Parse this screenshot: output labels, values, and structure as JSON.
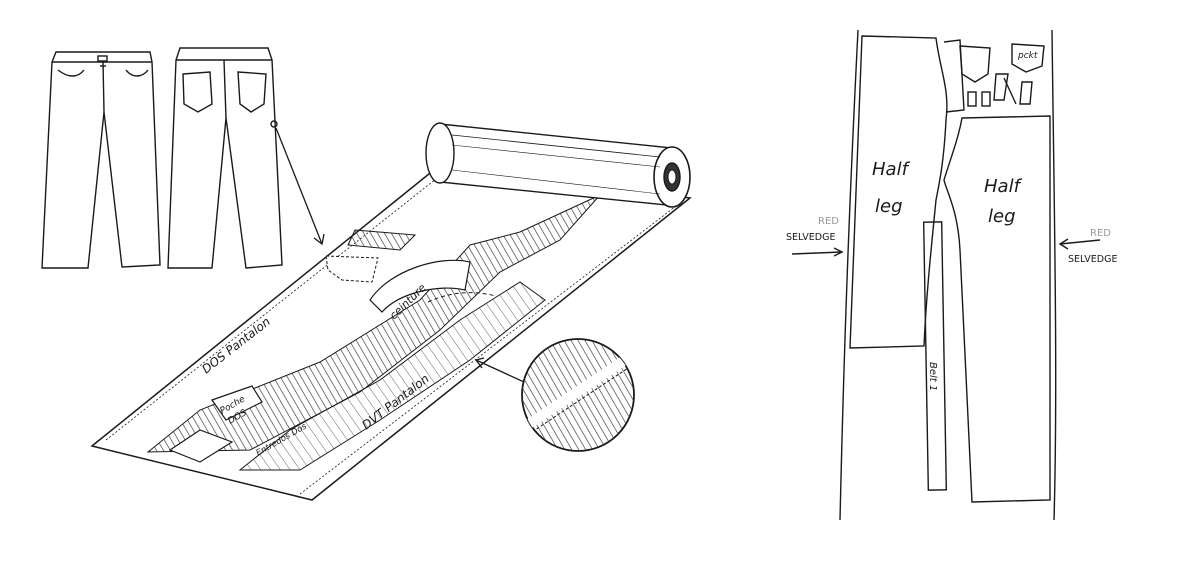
{
  "left_sketch": {
    "labels": {
      "dos_pantalon": "DOS Pantalon",
      "dvt_pantalon": "DVT Pantalon",
      "ceinture": "ceinture",
      "poche_dos_1": "Poche",
      "poche_dos_2": "DOS",
      "entredos": "Entredos Dos"
    }
  },
  "right_sketch": {
    "labels": {
      "half_leg_left_1": "Half",
      "half_leg_left_2": "leg",
      "half_leg_right_1": "Half",
      "half_leg_right_2": "leg",
      "selvedge_left_1": "RED",
      "selvedge_left_2": "SELVEDGE",
      "selvedge_right_1": "RED",
      "selvedge_right_2": "SELVEDGE",
      "belt": "Belt 1",
      "pocket": "pckt"
    }
  },
  "colors": {
    "ink": "#1a1a1a",
    "faint_ink": "#9a9a9a",
    "background": "#ffffff"
  }
}
